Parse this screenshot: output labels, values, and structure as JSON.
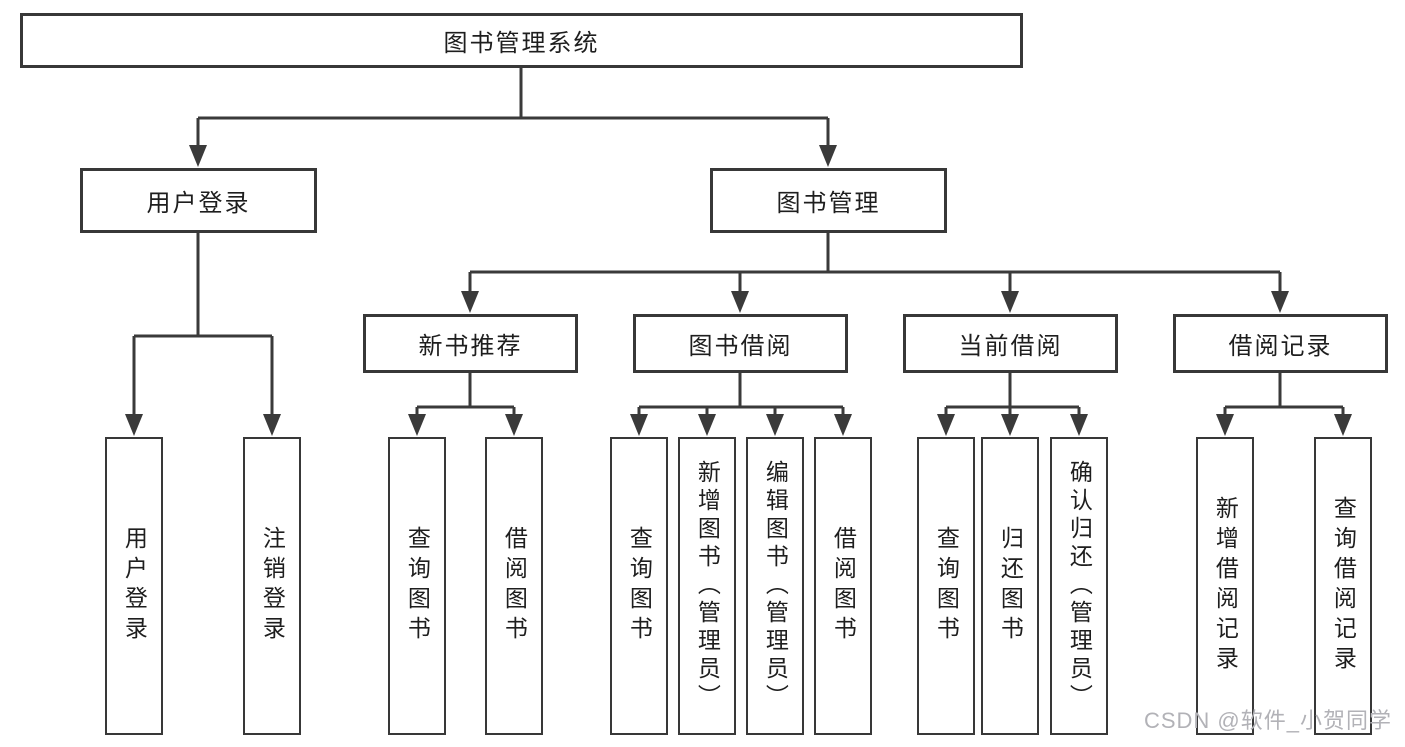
{
  "colors": {
    "line": "#3a3a3a",
    "border": "#383838",
    "text": "#1e1e1e",
    "watermark": "#b2b2b7",
    "background": "#ffffff"
  },
  "tree": {
    "root": {
      "label": "图书管理系统",
      "children": [
        {
          "label": "用户登录",
          "children": [
            {
              "label": "用户登录"
            },
            {
              "label": "注销登录"
            }
          ]
        },
        {
          "label": "图书管理",
          "children": [
            {
              "label": "新书推荐",
              "children": [
                {
                  "label": "查询图书"
                },
                {
                  "label": "借阅图书"
                }
              ]
            },
            {
              "label": "图书借阅",
              "children": [
                {
                  "label": "查询图书"
                },
                {
                  "label": "新增图书（管理员）"
                },
                {
                  "label": "编辑图书（管理员）"
                },
                {
                  "label": "借阅图书"
                }
              ]
            },
            {
              "label": "当前借阅",
              "children": [
                {
                  "label": "查询图书"
                },
                {
                  "label": "归还图书"
                },
                {
                  "label": "确认归还（管理员）"
                }
              ]
            },
            {
              "label": "借阅记录",
              "children": [
                {
                  "label": "新增借阅记录"
                },
                {
                  "label": "查询借阅记录"
                }
              ]
            }
          ]
        }
      ]
    }
  },
  "watermark": {
    "text": "CSDN @软件_小贺同学"
  }
}
